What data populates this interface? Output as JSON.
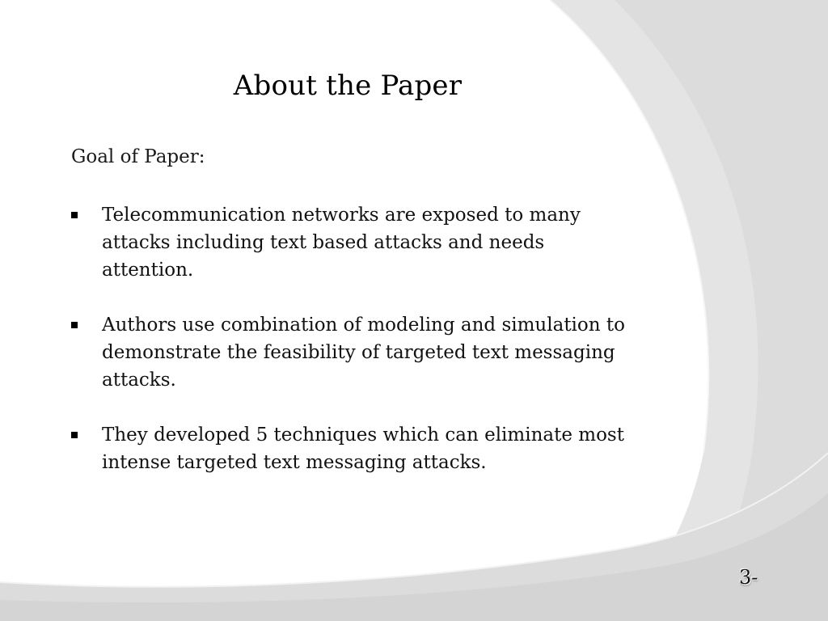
{
  "slide": {
    "title": "About the Paper",
    "subtitle": "Goal of Paper:",
    "bullets": [
      "Telecommunication networks are exposed to many attacks including text based attacks and needs attention.",
      "Authors use combination of modeling and simulation to demonstrate the feasibility of targeted text messaging attacks.",
      "They developed 5 techniques which can eliminate most intense targeted text messaging attacks."
    ],
    "slide_number": "3-"
  },
  "colors": {
    "background": "#ffffff",
    "decor_gray": "#d9d9d9",
    "decor_dark": "#c9c9c9",
    "text": "#000000"
  },
  "icons": {
    "bullet_marker": "square-bullet-icon"
  }
}
